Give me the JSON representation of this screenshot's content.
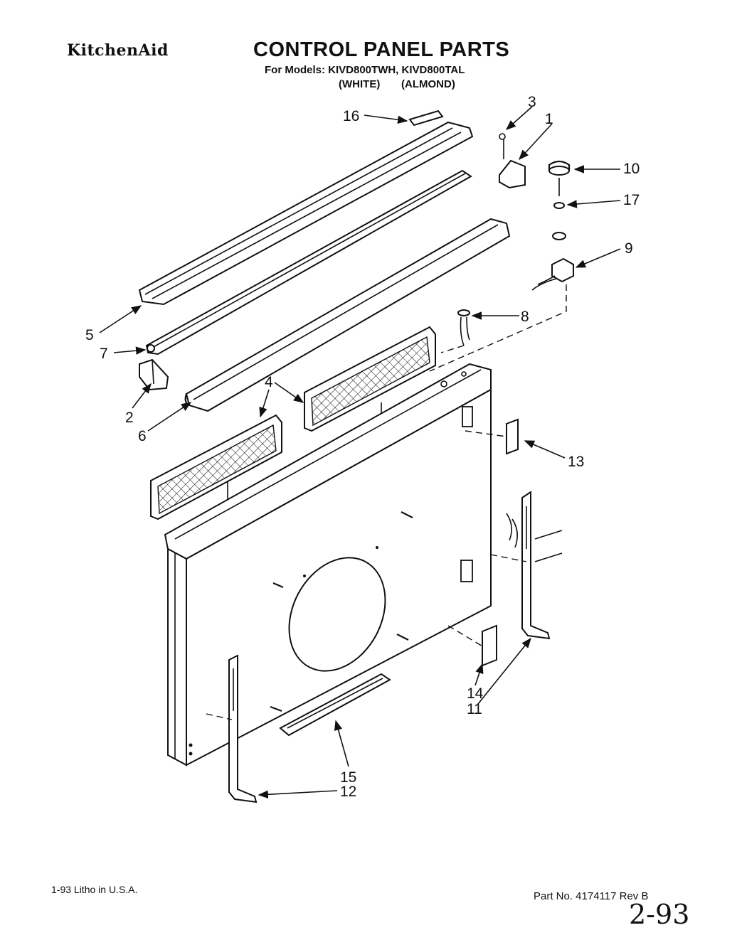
{
  "header": {
    "brand": "KitchenAid",
    "title": "CONTROL PANEL PARTS",
    "models_line": "For Models: KIVD800TWH, KIVD800TAL",
    "variant_white": "(WHITE)",
    "variant_almond": "(ALMOND)"
  },
  "footer": {
    "litho": "1-93 Litho in U.S.A.",
    "part_number": "Part No. 4174117  Rev B",
    "handwritten_date": "2-93"
  },
  "callouts": [
    {
      "id": "c1",
      "label": "1"
    },
    {
      "id": "c2",
      "label": "2"
    },
    {
      "id": "c3",
      "label": "3"
    },
    {
      "id": "c4",
      "label": "4"
    },
    {
      "id": "c5",
      "label": "5"
    },
    {
      "id": "c6",
      "label": "6"
    },
    {
      "id": "c7",
      "label": "7"
    },
    {
      "id": "c8",
      "label": "8"
    },
    {
      "id": "c9",
      "label": "9"
    },
    {
      "id": "c10",
      "label": "10"
    },
    {
      "id": "c11",
      "label": "11"
    },
    {
      "id": "c12",
      "label": "12"
    },
    {
      "id": "c13",
      "label": "13"
    },
    {
      "id": "c14",
      "label": "14"
    },
    {
      "id": "c15",
      "label": "15"
    },
    {
      "id": "c16",
      "label": "16"
    },
    {
      "id": "c17",
      "label": "17"
    }
  ]
}
